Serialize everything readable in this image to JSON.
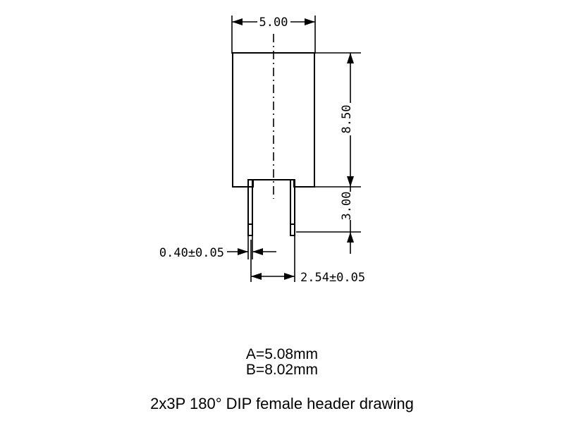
{
  "drawing": {
    "title": "2x3P 180° DIP female header drawing",
    "type": "mechanical-dimension-drawing",
    "units": "mm",
    "background_color": "#ffffff",
    "line_color": "#000000",
    "dimensions": {
      "width_top": {
        "label": "5.00",
        "orientation": "horizontal",
        "value": 5.0,
        "position": "top"
      },
      "body_height": {
        "label": "8.50",
        "orientation": "vertical",
        "value": 8.5,
        "position": "right-upper"
      },
      "pin_length": {
        "label": "3.00",
        "orientation": "vertical",
        "value": 3.0,
        "position": "right-lower"
      },
      "pin_width": {
        "label": "0.40±0.05",
        "orientation": "horizontal",
        "value": 0.4,
        "tolerance": 0.05,
        "position": "bottom-left"
      },
      "pin_pitch": {
        "label": "2.54±0.05",
        "orientation": "horizontal",
        "value": 2.54,
        "tolerance": 0.05,
        "position": "bottom"
      }
    },
    "notes": {
      "note_a": "A=5.08mm",
      "note_b": "B=8.02mm"
    },
    "caption": "2x3P 180° DIP female header drawing"
  }
}
